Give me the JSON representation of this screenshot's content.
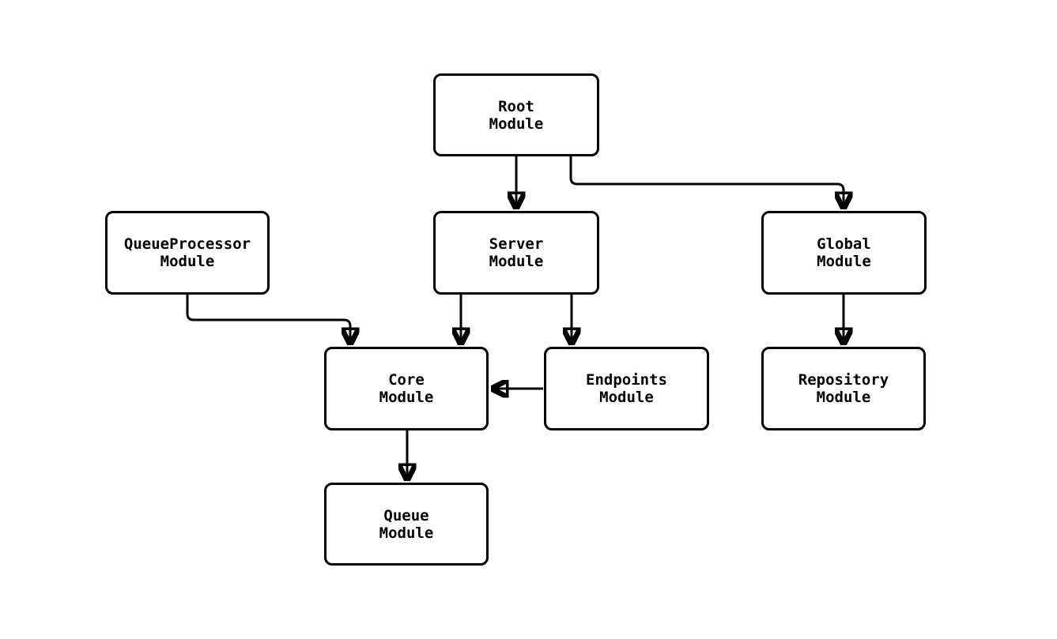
{
  "diagram": {
    "type": "flowchart",
    "background_color": "#ffffff",
    "node_fill_color": "#ffffff",
    "node_border_color": "#000000",
    "edge_color": "#000000",
    "text_color": "#000000",
    "nodes": {
      "root": {
        "label": "Root\nModule"
      },
      "queueprocessor": {
        "label": "QueueProcessor\nModule"
      },
      "server": {
        "label": "Server\nModule"
      },
      "global": {
        "label": "Global\nModule"
      },
      "core": {
        "label": "Core\nModule"
      },
      "endpoints": {
        "label": "Endpoints\nModule"
      },
      "repository": {
        "label": "Repository\nModule"
      },
      "queue": {
        "label": "Queue\nModule"
      }
    },
    "edges": [
      {
        "from": "root",
        "to": "server"
      },
      {
        "from": "root",
        "to": "global"
      },
      {
        "from": "queueprocessor",
        "to": "core"
      },
      {
        "from": "server",
        "to": "core"
      },
      {
        "from": "server",
        "to": "endpoints"
      },
      {
        "from": "endpoints",
        "to": "core"
      },
      {
        "from": "global",
        "to": "repository"
      },
      {
        "from": "core",
        "to": "queue"
      }
    ]
  }
}
